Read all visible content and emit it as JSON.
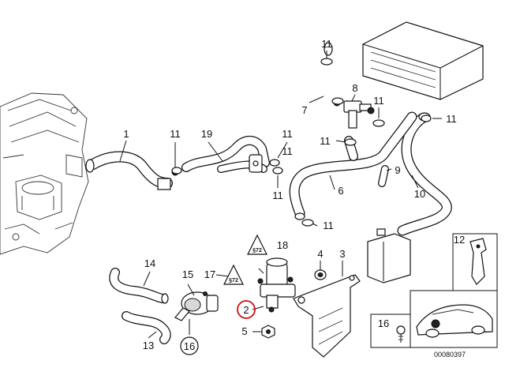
{
  "diagram": {
    "reference_code": "00080397",
    "callouts": [
      {
        "id": "c1",
        "label": "1"
      },
      {
        "id": "c2",
        "label": "2",
        "circled": true
      },
      {
        "id": "c3",
        "label": "3"
      },
      {
        "id": "c4",
        "label": "4"
      },
      {
        "id": "c5",
        "label": "5"
      },
      {
        "id": "c6",
        "label": "6"
      },
      {
        "id": "c7",
        "label": "7"
      },
      {
        "id": "c8",
        "label": "8"
      },
      {
        "id": "c9",
        "label": "9"
      },
      {
        "id": "c10",
        "label": "10"
      },
      {
        "id": "c11a",
        "label": "11"
      },
      {
        "id": "c11b",
        "label": "11"
      },
      {
        "id": "c11c",
        "label": "11"
      },
      {
        "id": "c11d",
        "label": "11"
      },
      {
        "id": "c11e",
        "label": "11"
      },
      {
        "id": "c11f",
        "label": "11"
      },
      {
        "id": "c11g",
        "label": "11"
      },
      {
        "id": "c11h",
        "label": "11"
      },
      {
        "id": "c11i",
        "label": "11"
      },
      {
        "id": "c11j",
        "label": "11"
      },
      {
        "id": "c12",
        "label": "12"
      },
      {
        "id": "c13",
        "label": "13"
      },
      {
        "id": "c14",
        "label": "14"
      },
      {
        "id": "c15",
        "label": "15"
      },
      {
        "id": "c16a",
        "label": "16"
      },
      {
        "id": "c16b",
        "label": "16",
        "circled": true
      },
      {
        "id": "c17",
        "label": "17"
      },
      {
        "id": "c18",
        "label": "18"
      },
      {
        "id": "c19",
        "label": "19"
      }
    ],
    "warning_badges": [
      {
        "id": "w18",
        "label": "§72"
      },
      {
        "id": "w17",
        "label": "§72"
      }
    ],
    "colors": {
      "line": "#111111",
      "background": "#ffffff",
      "callout_circle": "#d01010"
    }
  }
}
